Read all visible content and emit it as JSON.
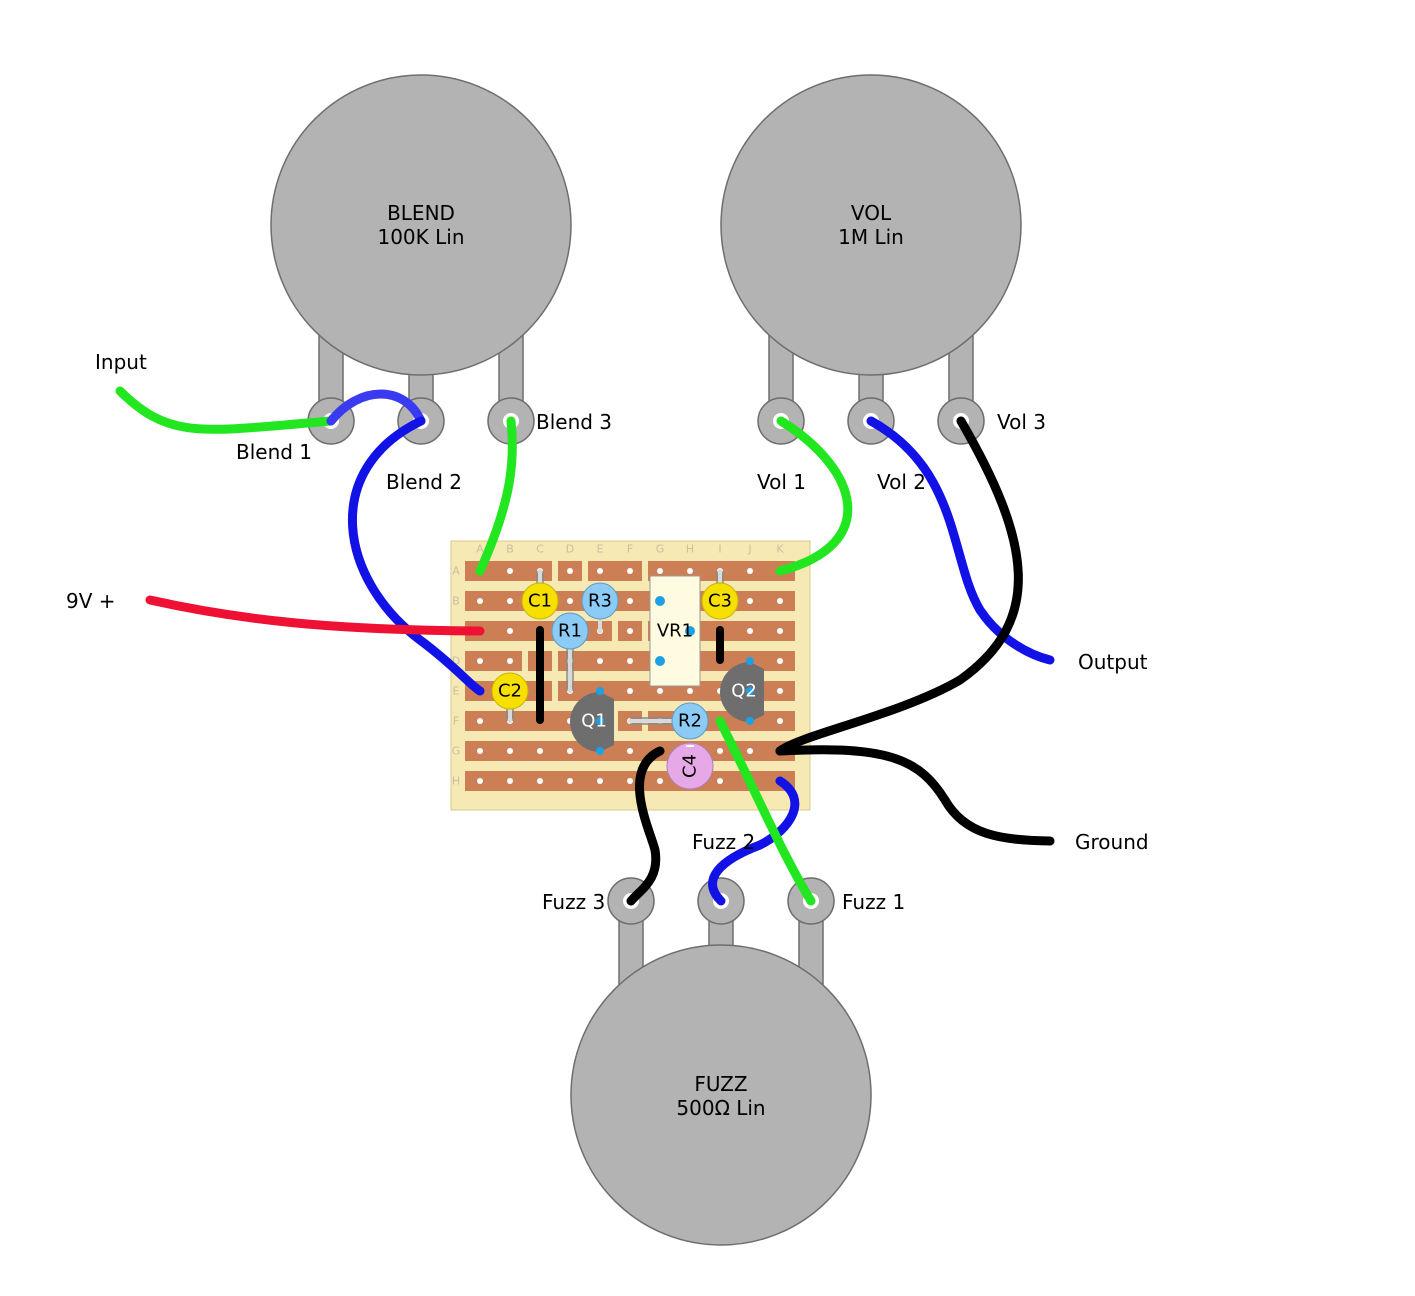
{
  "colors": {
    "pot_body": "#b3b3b3",
    "pot_stroke": "#6e6e6e",
    "board": "#f7e9b3",
    "strip": "#cc7f55",
    "wire_green": "#22e61f",
    "wire_blue": "#1212e6",
    "wire_red": "#ee1133",
    "wire_black": "#000000",
    "cap_yellow": "#f7e000",
    "resistor_blue": "#8ccbf5",
    "transistor": "#6e6e6e",
    "cap_pink": "#e6a8e6"
  },
  "pots": {
    "blend": {
      "name": "BLEND",
      "value": "100K Lin"
    },
    "vol": {
      "name": "VOL",
      "value": "1M Lin"
    },
    "fuzz": {
      "name": "FUZZ",
      "value": "500Ω Lin"
    }
  },
  "lugs": {
    "blend_1": "Blend 1",
    "blend_2": "Blend 2",
    "blend_3": "Blend 3",
    "vol_1": "Vol 1",
    "vol_2": "Vol 2",
    "vol_3": "Vol 3",
    "fuzz_1": "Fuzz 1",
    "fuzz_2": "Fuzz 2",
    "fuzz_3": "Fuzz 3"
  },
  "connections": {
    "input": "Input",
    "power": "9V +",
    "output": "Output",
    "ground": "Ground"
  },
  "board": {
    "columns": [
      "A",
      "B",
      "C",
      "D",
      "E",
      "F",
      "G",
      "H",
      "I",
      "J",
      "K"
    ],
    "rows": [
      "A",
      "B",
      "C",
      "D",
      "E",
      "F",
      "G",
      "H"
    ]
  },
  "components": {
    "c1": "C1",
    "c2": "C2",
    "c3": "C3",
    "c4": "C4",
    "r1": "R1",
    "r2": "R2",
    "r3": "R3",
    "q1": "Q1",
    "q2": "Q2",
    "vr1": "VR1"
  }
}
